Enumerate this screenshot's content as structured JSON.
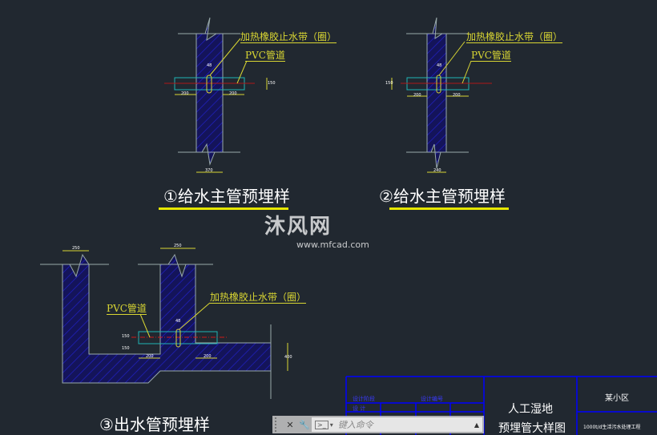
{
  "drawings": [
    {
      "title": "①给水主管预埋样",
      "callout_seal": "加热橡胶止水带（圈）",
      "callout_pipe": "PVC管道",
      "dims": [
        "48",
        "200",
        "200",
        "150",
        "370"
      ]
    },
    {
      "title": "②给水主管预埋样",
      "callout_seal": "加热橡胶止水带（圈）",
      "callout_pipe": "PVC管道",
      "dims": [
        "48",
        "200",
        "200",
        "150",
        "240"
      ]
    },
    {
      "title": "③出水管预埋样",
      "callout_seal": "加热橡胶止水带（圈）",
      "callout_pipe": "PVC管道",
      "dims": [
        "250",
        "250",
        "48",
        "150",
        "150",
        "200",
        "200",
        "400"
      ]
    }
  ],
  "title_block": {
    "stage_label": "设计阶段",
    "number_label": "设计编号",
    "design_label": "设 计",
    "drawing_title_1": "人工湿地",
    "drawing_title_2": "预埋管大样图",
    "client": "某小区",
    "project": "1000t/d生活污水处理工程"
  },
  "command_line": {
    "placeholder": "键入命令",
    "close_icon": "close-icon",
    "settings_icon": "wrench-icon",
    "prompt_icon": "command-prompt-icon"
  },
  "watermark": {
    "name": "沐风网",
    "url": "www.mfcad.com"
  },
  "colors": {
    "background": "#212830",
    "hatch": "#1a1aa8",
    "pipe": "#1fb5b5",
    "label": "#d9d633",
    "centerline": "#b01818",
    "frame": "#0000ff"
  }
}
